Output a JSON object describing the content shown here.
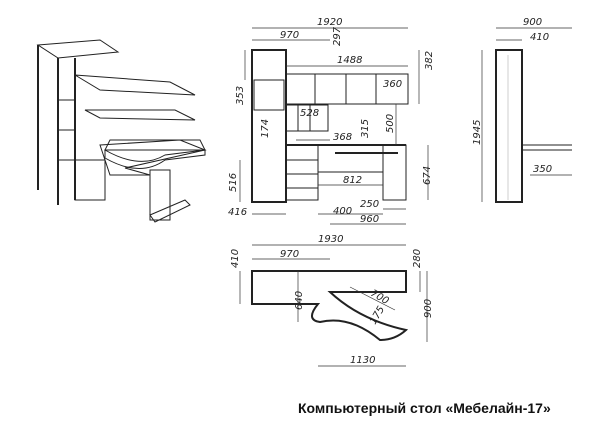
{
  "caption": "Компьютерный стол «Мебелайн-17»",
  "front_view": {
    "dims": [
      "1920",
      "970",
      "297",
      "1488",
      "382",
      "353",
      "360",
      "528",
      "174",
      "368",
      "315",
      "500",
      "516",
      "812",
      "674",
      "416",
      "400",
      "250",
      "960"
    ]
  },
  "side_view": {
    "dims": [
      "900",
      "410",
      "1945",
      "350"
    ]
  },
  "top_view": {
    "dims": [
      "1930",
      "970",
      "410",
      "280",
      "640",
      "700",
      "175",
      "900",
      "1130"
    ]
  }
}
